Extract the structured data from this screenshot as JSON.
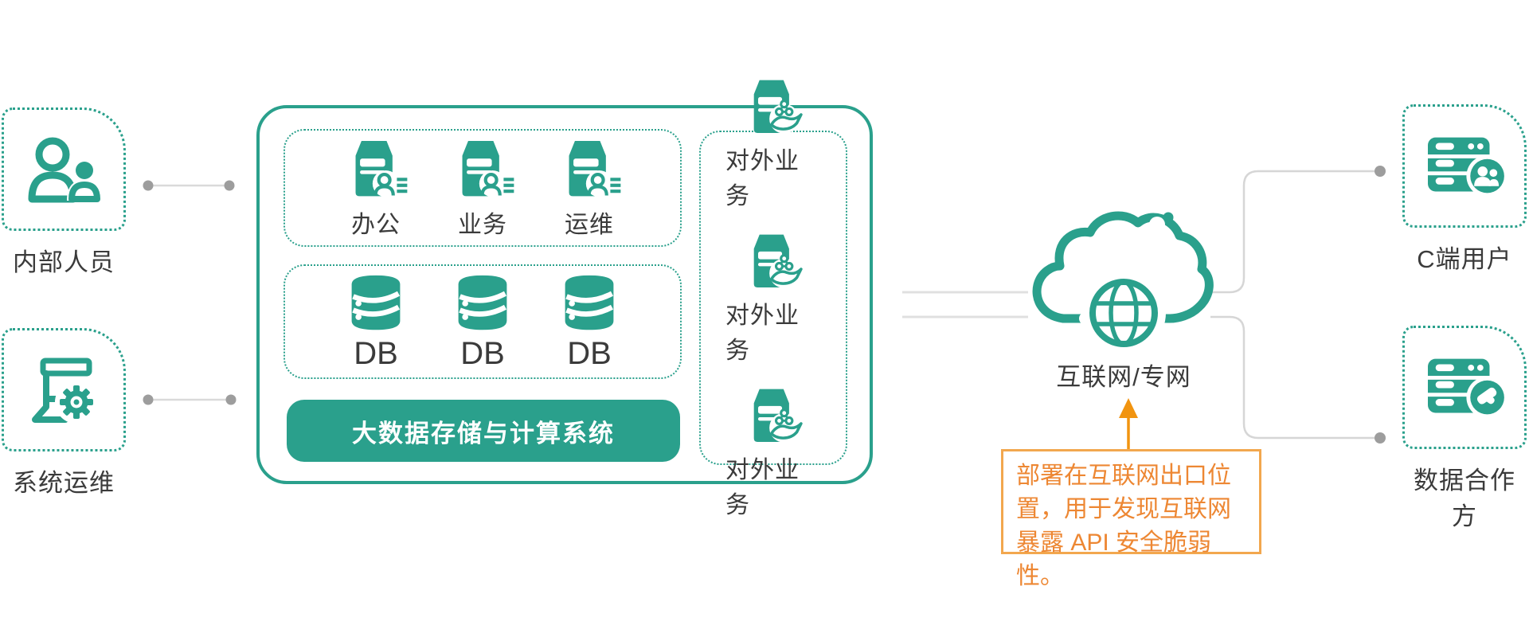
{
  "colors": {
    "teal": "#2aa08c",
    "text_dark": "#3b3b3b",
    "line_gray": "#dadada",
    "dot_gray": "#9d9d9d",
    "orange_arrow": "#f19410",
    "orange_text": "#ed8733",
    "orange_border": "#f2a74e",
    "banner_bg": "#2aa08c",
    "banner_text": "#ffffff"
  },
  "left_nodes": [
    {
      "label": "内部人员",
      "icon": "people-icon"
    },
    {
      "label": "系统运维",
      "icon": "system-ops-gear-icon"
    }
  ],
  "platform": {
    "office_zone": {
      "servers": [
        {
          "label": "办公",
          "icon": "server-user-icon"
        },
        {
          "label": "业务",
          "icon": "server-user-icon"
        },
        {
          "label": "运维",
          "icon": "server-user-icon"
        }
      ]
    },
    "db_zone": {
      "databases": [
        {
          "label": "DB",
          "icon": "database-icon"
        },
        {
          "label": "DB",
          "icon": "database-icon"
        },
        {
          "label": "DB",
          "icon": "database-icon"
        }
      ]
    },
    "banner": {
      "label": "大数据存储与计算系统"
    },
    "external_zone": {
      "servers": [
        {
          "label": "对外业务",
          "icon": "server-share-icon"
        },
        {
          "label": "对外业务",
          "icon": "server-share-icon"
        },
        {
          "label": "对外业务",
          "icon": "server-share-icon"
        }
      ]
    }
  },
  "network": {
    "label": "互联网/专网",
    "icon": "cloud-globe-icon"
  },
  "callout": {
    "text": "部署在互联网出口位置，用于发现互联网暴露 API 安全脆弱性。"
  },
  "right_nodes": [
    {
      "label": "C端用户",
      "icon": "server-rack-users-icon"
    },
    {
      "label": "数据合作方",
      "icon": "server-rack-partner-icon"
    }
  ]
}
